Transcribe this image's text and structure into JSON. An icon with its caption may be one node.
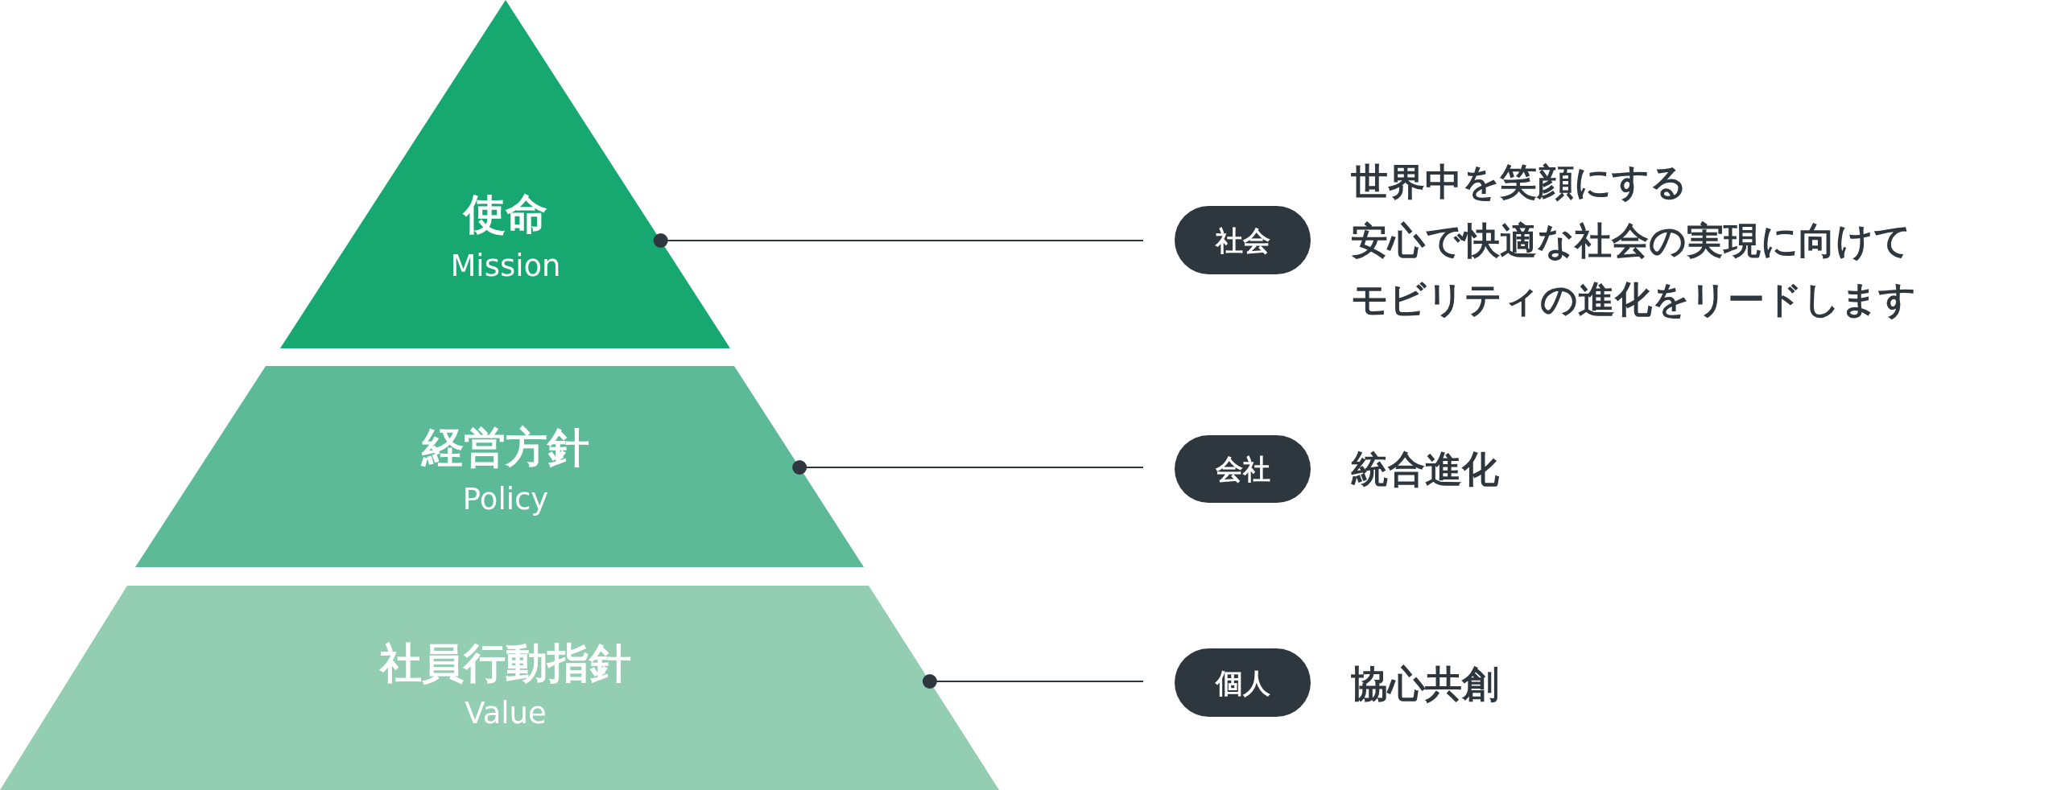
{
  "diagram": {
    "nodes": [
      {
        "text": [
          "使命",
          "Mission"
        ]
      },
      {
        "text": [
          "経営方針",
          "Policy"
        ]
      },
      {
        "text": [
          "社員行動指針",
          "Value"
        ]
      },
      {
        "text": [
          "社会"
        ],
        "beside": [
          "世界中を笑顔にする安心で快適な社会の実現に向けてモビリティの進化をリードします"
        ]
      },
      {
        "text": [
          "会社"
        ],
        "beside": [
          "統合進化"
        ]
      },
      {
        "text": [
          "個人"
        ],
        "beside": [
          "協心共創"
        ]
      }
    ],
    "edges": [
      {
        "from": 0,
        "to": 3,
        "arrow": "other"
      },
      {
        "from": 1,
        "to": 4,
        "arrow": "other"
      },
      {
        "from": 2,
        "to": 5,
        "arrow": "other"
      }
    ]
  }
}
